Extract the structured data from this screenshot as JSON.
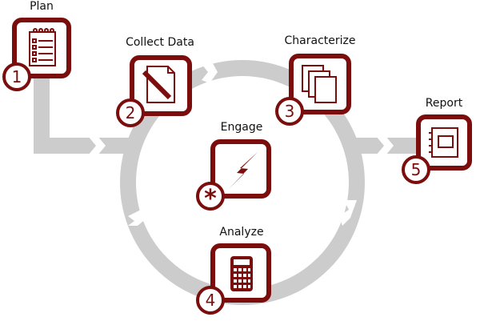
{
  "colors": {
    "accent": "#7b0d0d",
    "flow": "#cccccc"
  },
  "steps": [
    {
      "label": "Plan",
      "badge": "1",
      "icon": "notepad-checklist-icon"
    },
    {
      "label": "Collect Data",
      "badge": "2",
      "icon": "pencil-document-icon"
    },
    {
      "label": "Characterize",
      "badge": "3",
      "icon": "stacked-documents-icon"
    },
    {
      "label": "Analyze",
      "badge": "4",
      "icon": "calculator-icon"
    },
    {
      "label": "Report",
      "badge": "5",
      "icon": "report-booklet-icon"
    }
  ],
  "center": {
    "label": "Engage",
    "badge": "*",
    "icon": "lightning-icon"
  }
}
